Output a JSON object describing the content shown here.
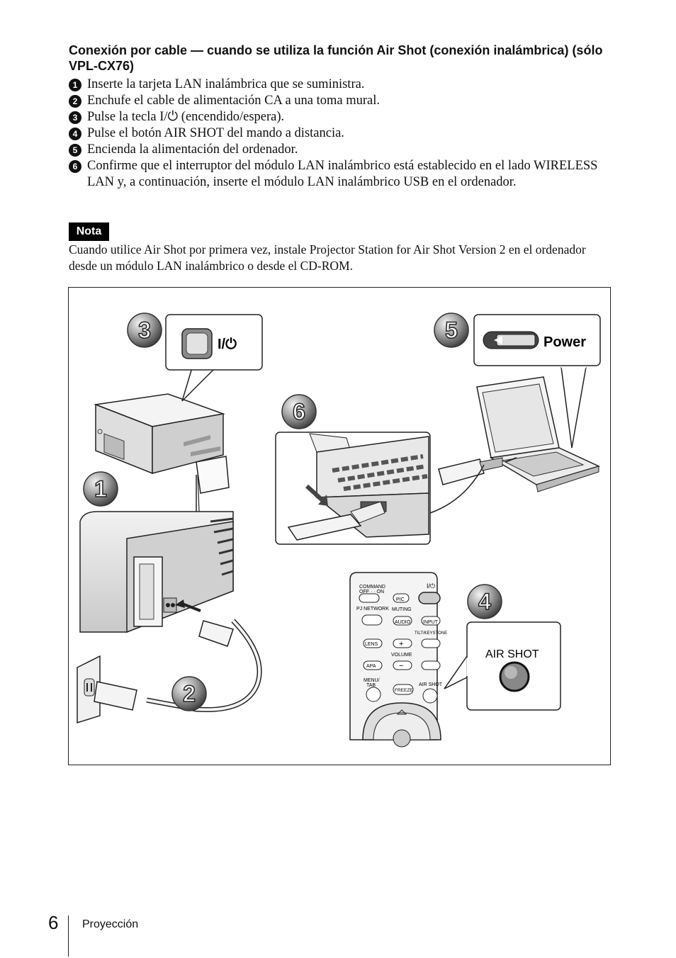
{
  "heading": "Conexión por cable — cuando se utiliza la función Air Shot (conexión inalámbrica) (sólo VPL-CX76)",
  "steps": [
    {
      "num": "1",
      "text": "Inserte la tarjeta LAN inalámbrica que se suministra."
    },
    {
      "num": "2",
      "text": "Enchufe el cable de alimentación CA a una toma mural."
    },
    {
      "num": "3",
      "text": "Pulse la tecla I/⏻ (encendido/espera)."
    },
    {
      "num": "4",
      "text": "Pulse el botón AIR SHOT del mando a distancia."
    },
    {
      "num": "5",
      "text": "Encienda la alimentación del ordenador."
    },
    {
      "num": "6",
      "text": "Confirme que el interruptor del módulo LAN inalámbrico está establecido en el lado WIRELESS LAN y, a continuación, inserte el módulo LAN inalámbrico USB en el ordenador."
    }
  ],
  "nota": {
    "label": "Nota",
    "text": "Cuando utilice Air Shot por primera vez, instale Projector Station for Air Shot Version 2 en el ordenador desde un módulo LAN inalámbrico o desde el CD-ROM."
  },
  "figure": {
    "callouts": [
      "1",
      "2",
      "3",
      "4",
      "5",
      "6"
    ],
    "power_key_symbol": "I/⏻",
    "power_label": "Power",
    "air_shot_label": "AIR SHOT",
    "remote": {
      "command": "COMMAND",
      "off_on": "OFF · · ON",
      "pic": "PIC",
      "power_symbol": "I/⏻",
      "pj_network": "PJ NETWORK",
      "muting": "MUTING",
      "audio": "AUDIO",
      "input": "INPUT",
      "tilt_keystone": "TILT/KEYSTONE",
      "lens": "LENS",
      "plus": "+",
      "volume": "VOLUME",
      "apa": "APA",
      "minus": "−",
      "menu": "MENU/",
      "tab": "TAB",
      "freeze": "FREEZE",
      "air_shot": "AIR SHOT"
    }
  },
  "footer": {
    "page_number": "6",
    "section": "Proyección"
  }
}
